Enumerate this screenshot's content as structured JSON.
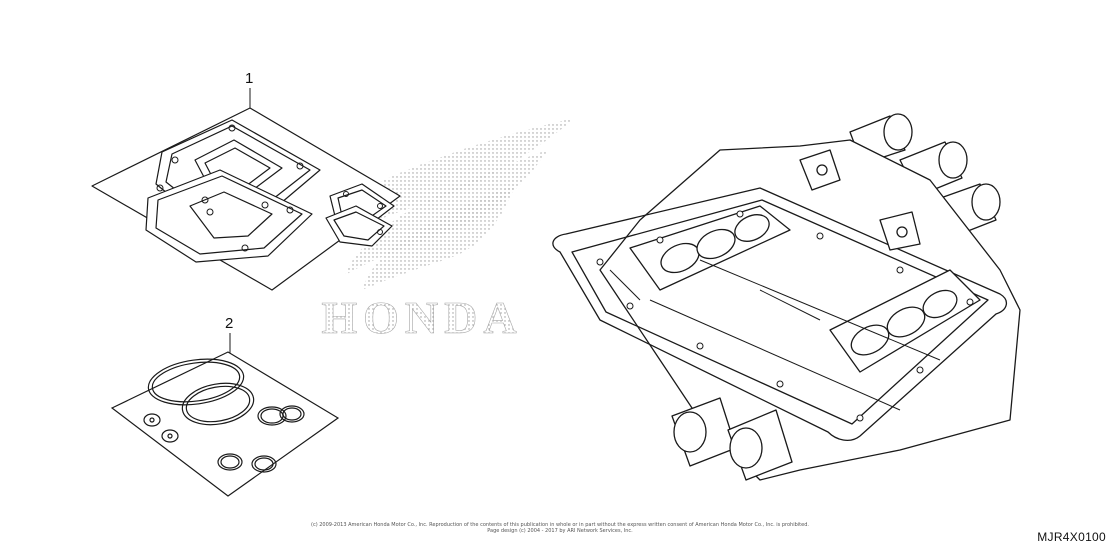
{
  "callouts": {
    "item_1": "1",
    "item_2": "2"
  },
  "watermark": {
    "text": "HONDA"
  },
  "footer": {
    "copyright_line_1": "(c) 2009-2013 American Honda Motor Co., Inc. Reproduction of the contents of this publication in whole or in part without the express written consent of American Honda Motor Co., Inc. is prohibited.",
    "copyright_line_2": "Page design (c) 2004 - 2017 by ARI Network Services, Inc.",
    "diagram_code": "MJR4X0100"
  },
  "colors": {
    "line": "#1a1a1a",
    "watermark": "#b0b0b0"
  }
}
